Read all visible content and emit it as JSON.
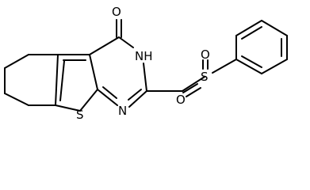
{
  "molecule": {
    "atom_labels": {
      "carbonyl_oxygen": "O",
      "nh": "NH",
      "n3": "N",
      "thiophene_s": "S",
      "sulfonyl_s": "S",
      "sulfonyl_o_left": "O",
      "sulfonyl_o_bottom": "O"
    }
  }
}
